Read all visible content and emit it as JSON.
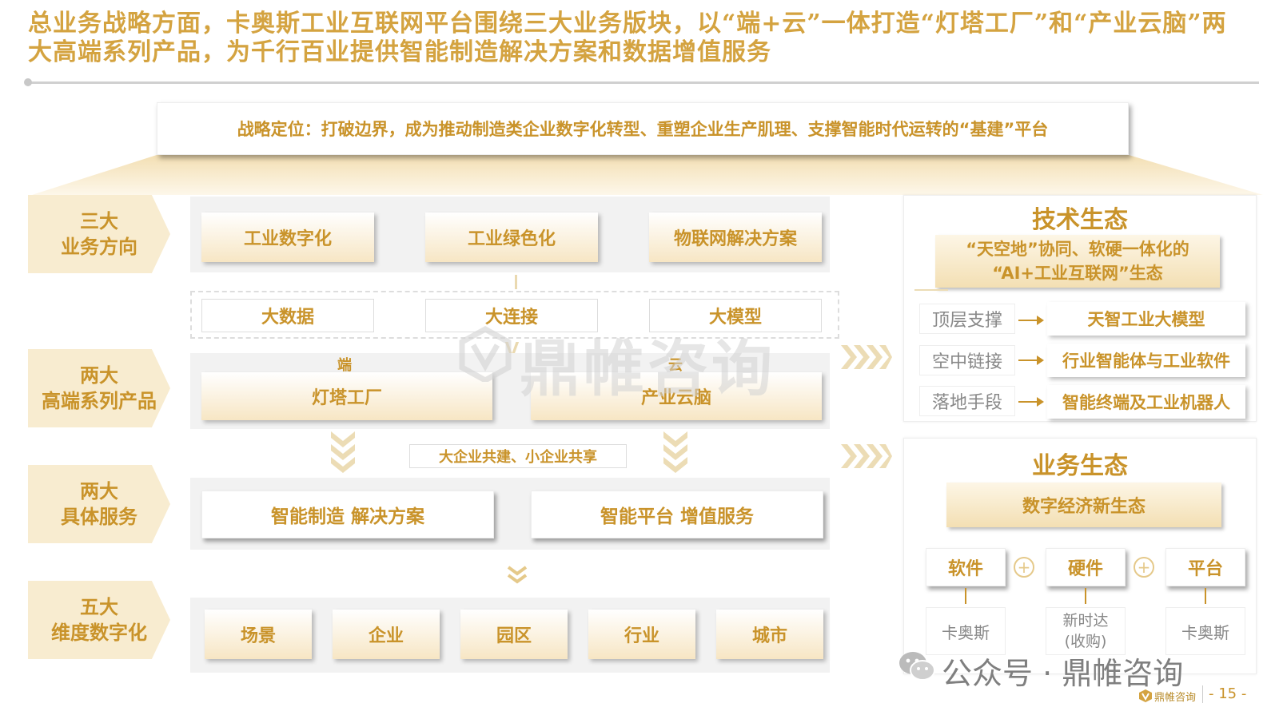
{
  "title": "总业务战略方面，卡奥斯工业互联网平台围绕三大业务版块，以“端+云”一体打造“灯塔工厂”和“产业云脑”两大高端系列产品，为千行百业提供智能制造解决方案和数据增值服务",
  "strategy": "战略定位：打破边界，成为推动制造类企业数字化转型、重塑企业生产肌理、支撑智能时代运转的“基建”平台",
  "row_labels": [
    "三大\n业务方向",
    "两大\n高端系列产品",
    "两大\n具体服务",
    "五大\n维度数字化"
  ],
  "business_directions": [
    "工业数字化",
    "工业绿色化",
    "物联网解决方案"
  ],
  "tech_pillars": [
    "大数据",
    "大连接",
    "大模型"
  ],
  "products": {
    "duan_label": "端",
    "yun_label": "云",
    "items": [
      "灯塔工厂",
      "产业云脑"
    ]
  },
  "share_note": "大企业共建、小企业共享",
  "services": [
    "智能制造 解决方案",
    "智能平台 增值服务"
  ],
  "dimensions": [
    "场景",
    "企业",
    "园区",
    "行业",
    "城市"
  ],
  "tech_ecology": {
    "title": "技术生态",
    "subtitle_line1": "“天空地”协同、软硬一体化的",
    "subtitle_line2": "“AI+工业互联网”生态",
    "rows": [
      {
        "left": "顶层支撑",
        "right": "天智工业大模型"
      },
      {
        "left": "空中链接",
        "right": "行业智能体与工业软件"
      },
      {
        "left": "落地手段",
        "right": "智能终端及工业机器人"
      }
    ]
  },
  "business_ecology": {
    "title": "业务生态",
    "banner": "数字经济新生态",
    "items": [
      {
        "label": "软件",
        "sub": "卡奥斯"
      },
      {
        "label": "硬件",
        "sub": "新时达\n(收购)"
      },
      {
        "label": "平台",
        "sub": "卡奥斯"
      }
    ],
    "plus": "+"
  },
  "watermark": "鼎帷咨询",
  "footer": {
    "wechat": "公众号 · 鼎帷咨询",
    "brand": "鼎帷咨询",
    "page": "- 15 -"
  },
  "colors": {
    "accent": "#c9932a",
    "title": "#d4a340",
    "band": "#f2f2f2"
  }
}
